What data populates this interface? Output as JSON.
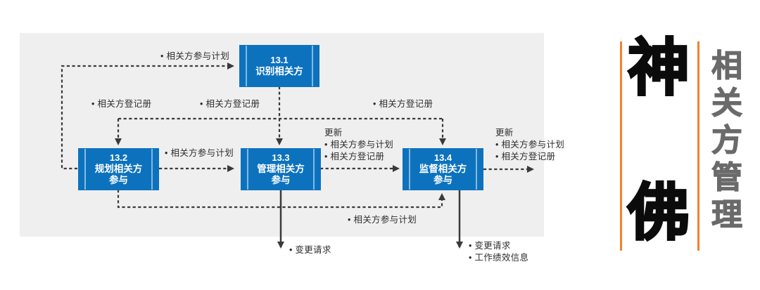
{
  "diagram": {
    "processes": [
      {
        "code": "13.1",
        "name": "识别相关方"
      },
      {
        "code": "13.2",
        "name": "规划相关方\n参与"
      },
      {
        "code": "13.3",
        "name": "管理相关方\n参与"
      },
      {
        "code": "13.4",
        "name": "监督相关方\n参与"
      }
    ],
    "labels": {
      "plan_to_13_1": "• 相关方参与计划",
      "register_left": "• 相关方登记册",
      "register_mid": "• 相关方登记册",
      "register_right": "• 相关方登记册",
      "updates_13_3": "更新\n• 相关方参与计划\n• 相关方登记册",
      "updates_13_4": "更新\n• 相关方参与计划\n• 相关方登记册",
      "plan_13_2_to_13_3": "• 相关方参与计划",
      "plan_feedback_13_4": "• 相关方参与计划",
      "change_requests_13_3": "• 变更请求",
      "outputs_13_4_down": "• 变更请求\n• 工作绩效信息"
    }
  },
  "brand": {
    "char_top": "神",
    "char_bottom": "佛",
    "vertical_title": "相关方管理"
  },
  "colors": {
    "process_box_blue": "#0d72be",
    "accent_orange": "#f5812f",
    "panel_gray": "#efefef",
    "line_dark": "#3a3a3a"
  }
}
